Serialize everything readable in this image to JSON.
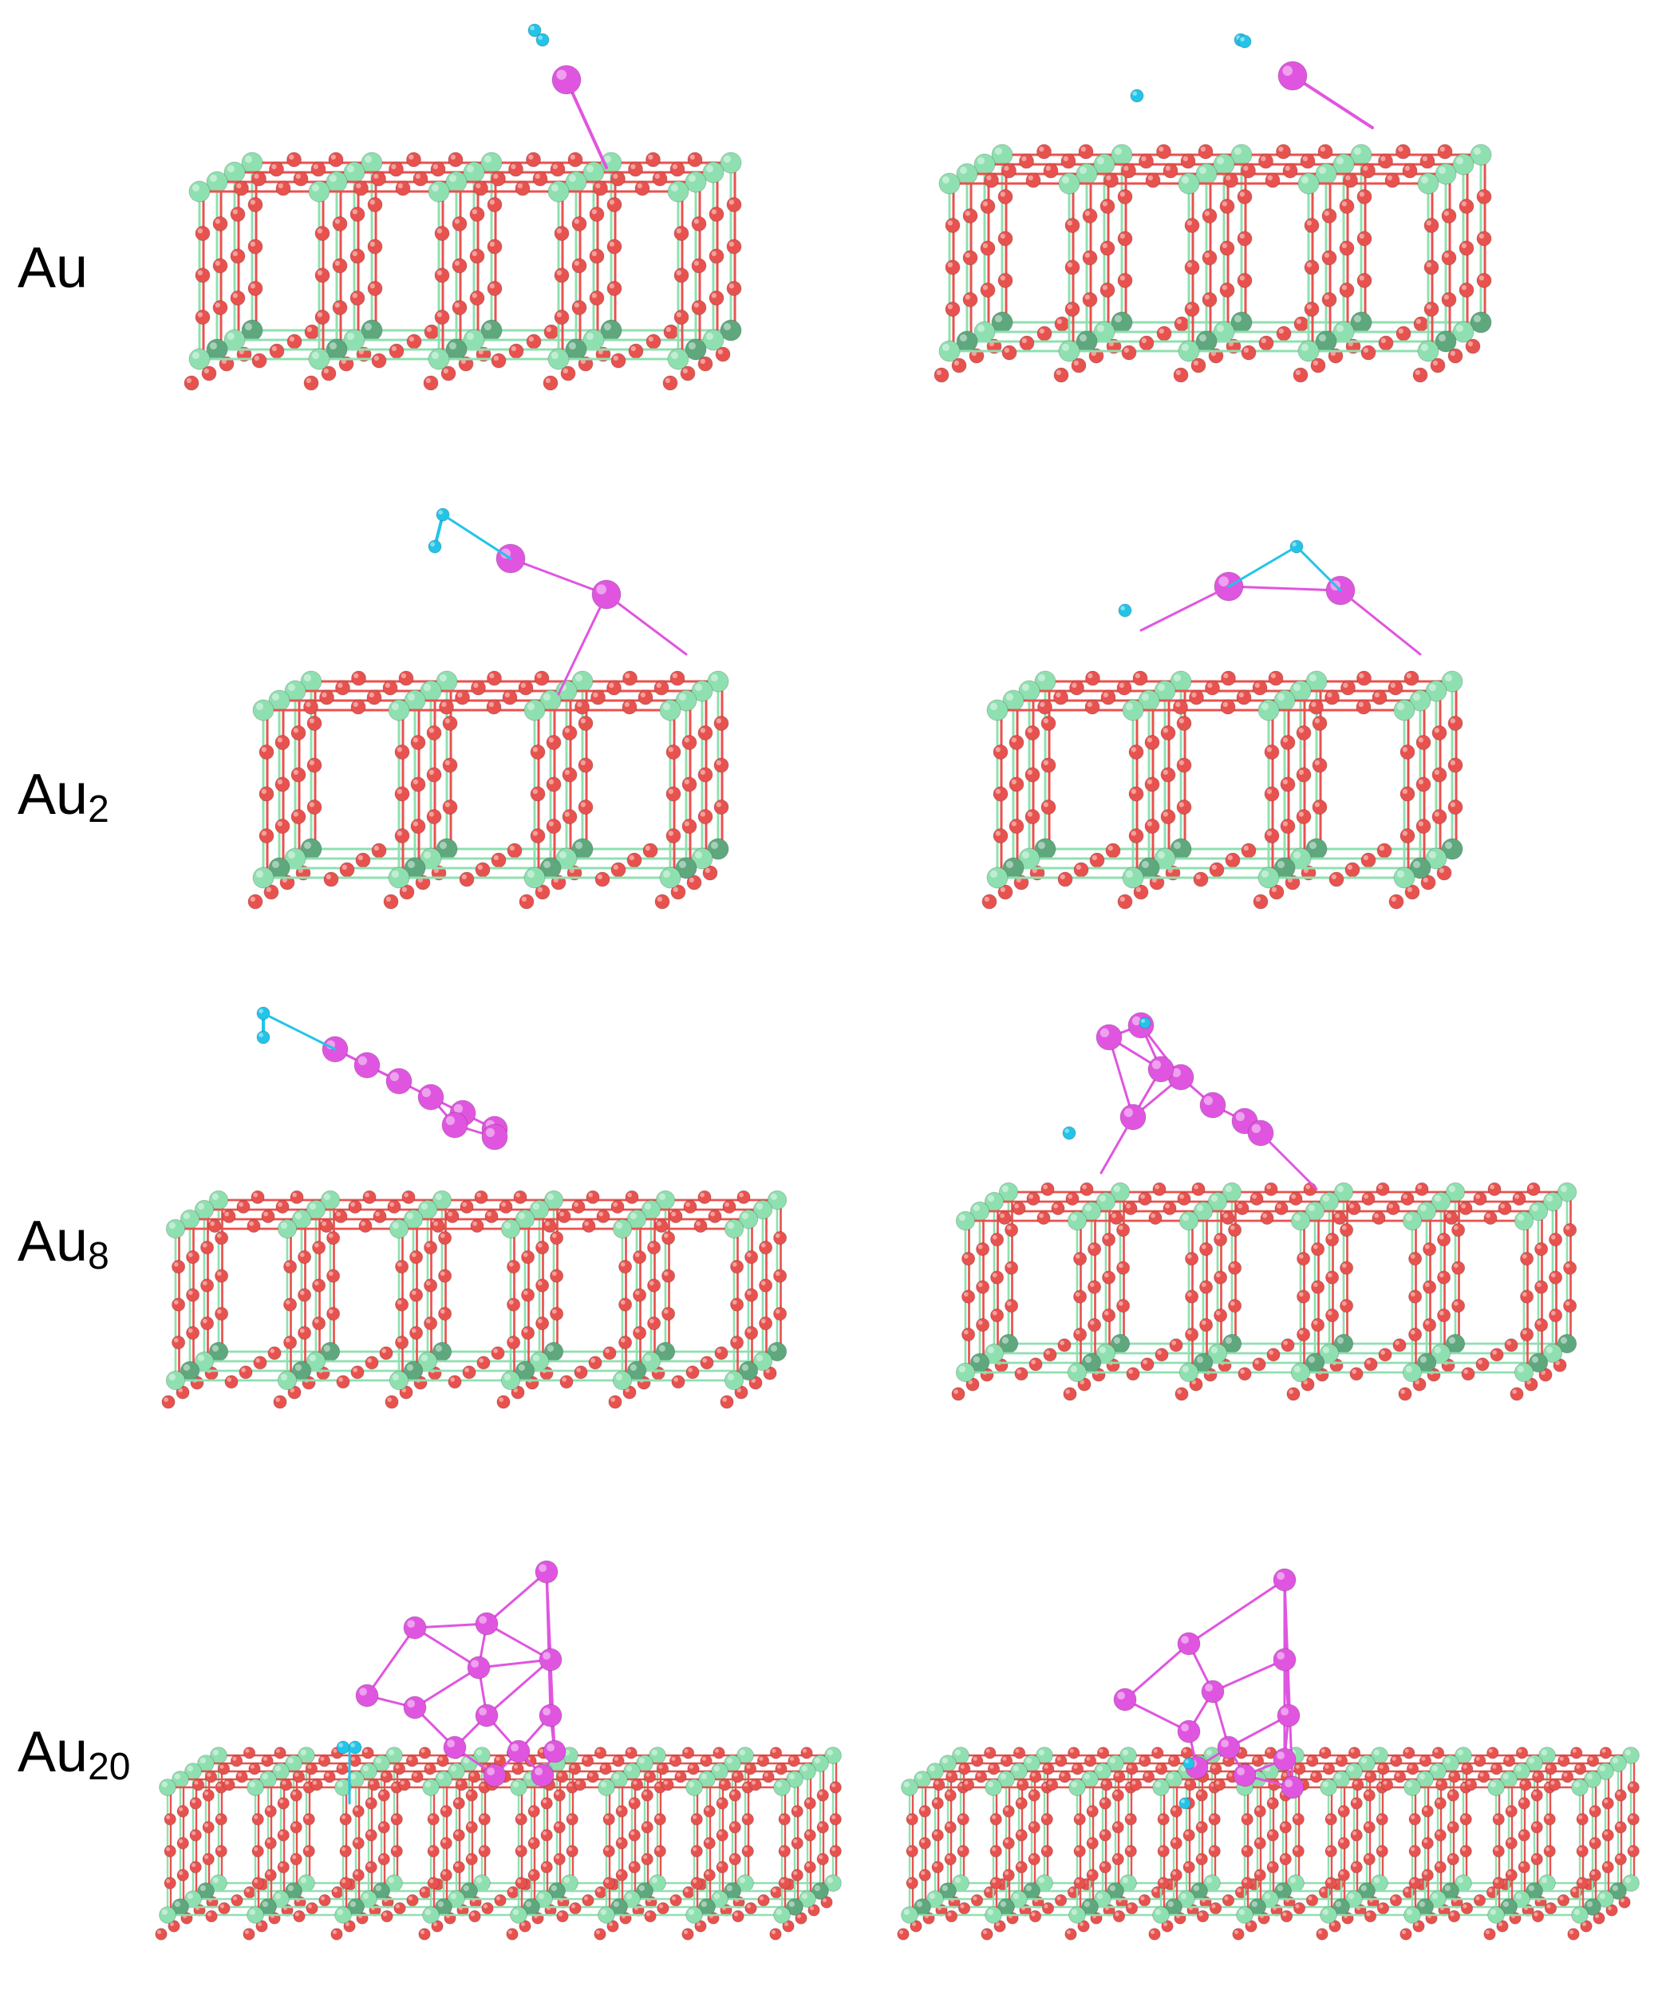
{
  "rows": [
    {
      "label": "Au",
      "sub": ""
    },
    {
      "label": "Au",
      "sub": "2"
    },
    {
      "label": "Au",
      "sub": "8"
    },
    {
      "label": "Au",
      "sub": "20"
    }
  ],
  "colors": {
    "oxygen": "#e8524e",
    "metal": "#8fe0b0",
    "metal_dark": "#5fa87e",
    "gold": "#e055e0",
    "hydrogen": "#22c4e8"
  }
}
